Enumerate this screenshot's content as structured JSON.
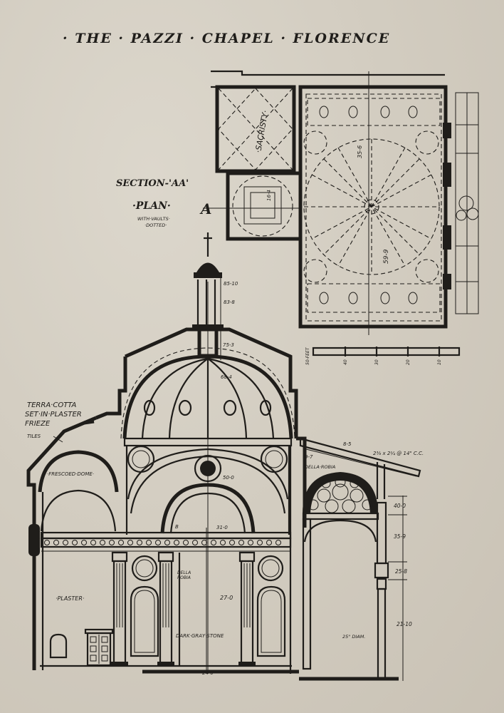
{
  "title": "· THE · PAZZI · CHAPEL · FLORENCE",
  "labels": {
    "section": "SECTION-'AA'",
    "plan": "·PLAN·",
    "plan_note_1": "WITH·VAULTS·",
    "plan_note_2": "·DOTTED·",
    "section_marker": "A",
    "sacristy": "·SACRISTY·",
    "terra_cotta_1": "TERRA·COTTA",
    "terra_cotta_2": "SET·IN·PLASTER",
    "terra_cotta_3": "FRIEZE",
    "tiles": "TILES",
    "frescoed_dome": "·FRESCOED·DOME·",
    "plaster": "·PLASTER·",
    "della_robia_1": "DELLA",
    "della_robia_2": "ROBIA",
    "della_robia_portico": "DELLA·ROBIA",
    "dark_gray_stone": "DARK·GRAY·STONE",
    "column_diam": "25\" DIAM.",
    "rafter_note": "2⅜ x 2¼ @ 14\" C.C.",
    "arch_mark": "B"
  },
  "dimensions": {
    "lantern_top": "85-10",
    "lantern": "83-8",
    "drum_top": "75-3",
    "dome": "68-4",
    "dome_spring": "50-0",
    "arch": "31-0",
    "order": "27-0",
    "floor": "24-0",
    "portico_roof": "8-5",
    "portico_eave": "9-7",
    "portico_1": "40-0",
    "portico_2": "35-9",
    "portico_3": "25-8",
    "portico_4": "21-10",
    "plan_width": "35-6",
    "plan_length": "59-9",
    "small_dome": "16-4"
  },
  "scale_bar": {
    "unit_label": "50-FEET",
    "ticks": [
      "40",
      "30",
      "20",
      "10"
    ]
  },
  "colors": {
    "paper": "#d3cdc1",
    "ink": "#1f1d1a"
  }
}
